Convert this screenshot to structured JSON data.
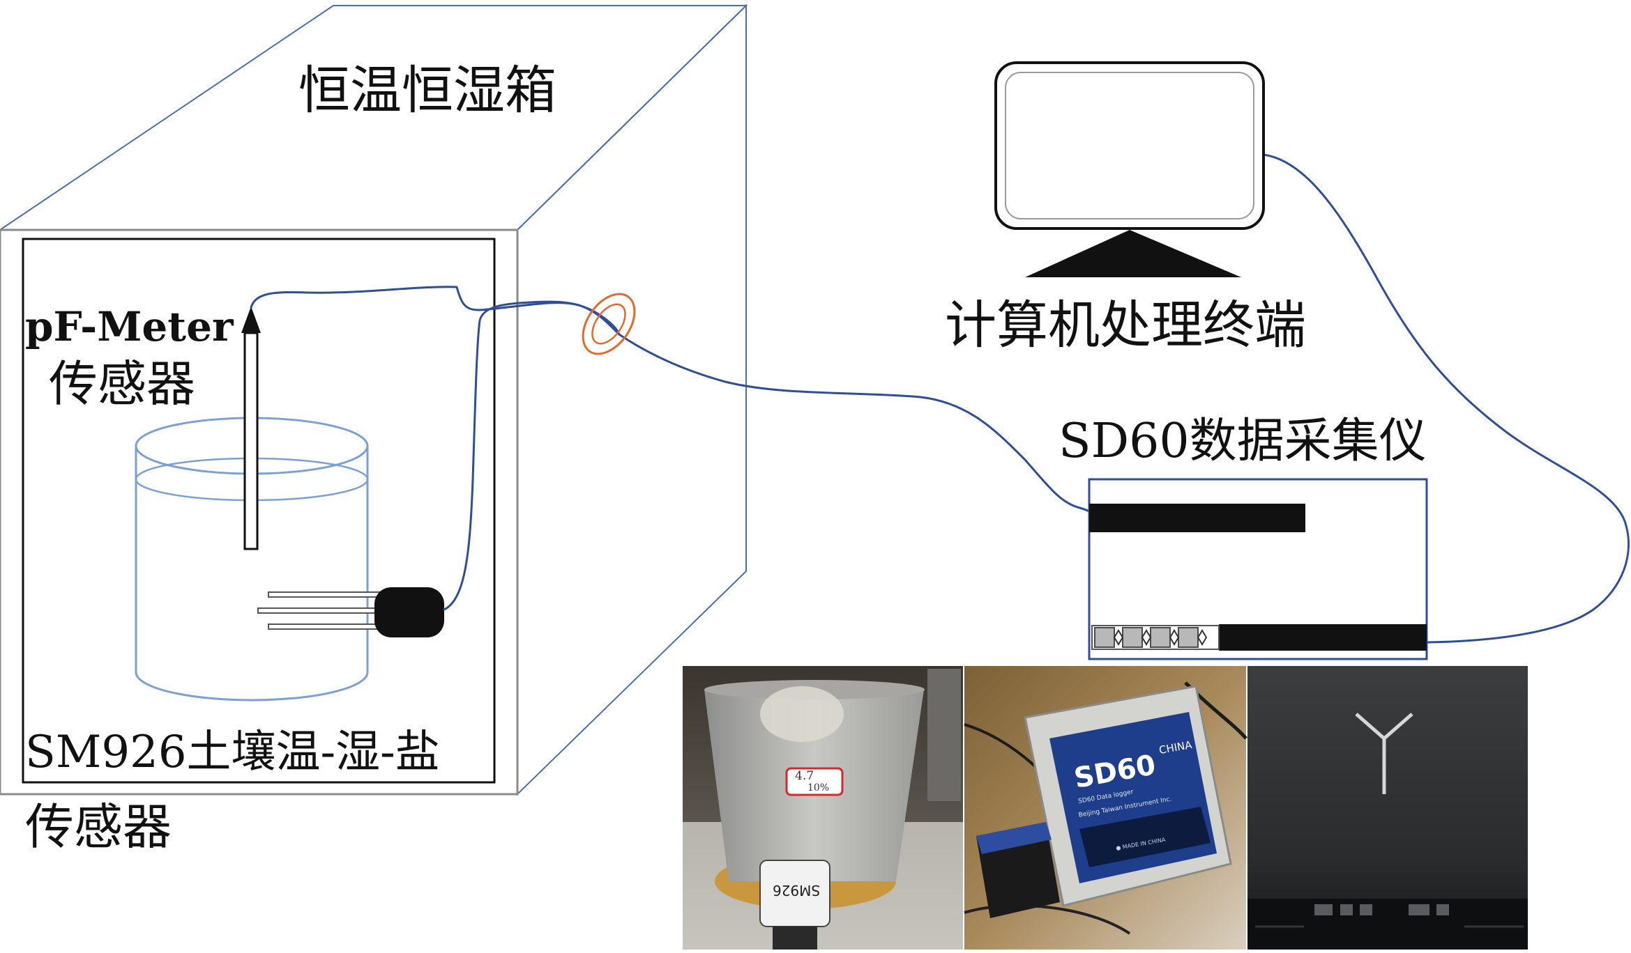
{
  "labels": {
    "chamber": "恒温恒湿箱",
    "computer": "计算机处理终端",
    "logger": "SD60数据采集仪",
    "pf_sensor_line1": "pF-Meter",
    "pf_sensor_line2": "传感器",
    "sm_sensor_line1": "SM926土壤温-湿-盐",
    "sm_sensor_line2": "传感器"
  },
  "photos": {
    "sample_tag_line1": "4.7",
    "sample_tag_line2": "10%",
    "sensor_tag": "SM926",
    "logger_brand": "SD60",
    "logger_badge": "CHINA",
    "logger_sub1": "SD60 Data logger",
    "logger_sub2": "Beijing Taiwan Instrument Inc.",
    "logger_footer": "● MADE IN CHINA"
  },
  "colors": {
    "box_edge": "#4a6fb0",
    "cable": "#2e4e96",
    "cylinder": "#7ba0d6",
    "ring": "#e06b2a",
    "line": "#111111"
  }
}
